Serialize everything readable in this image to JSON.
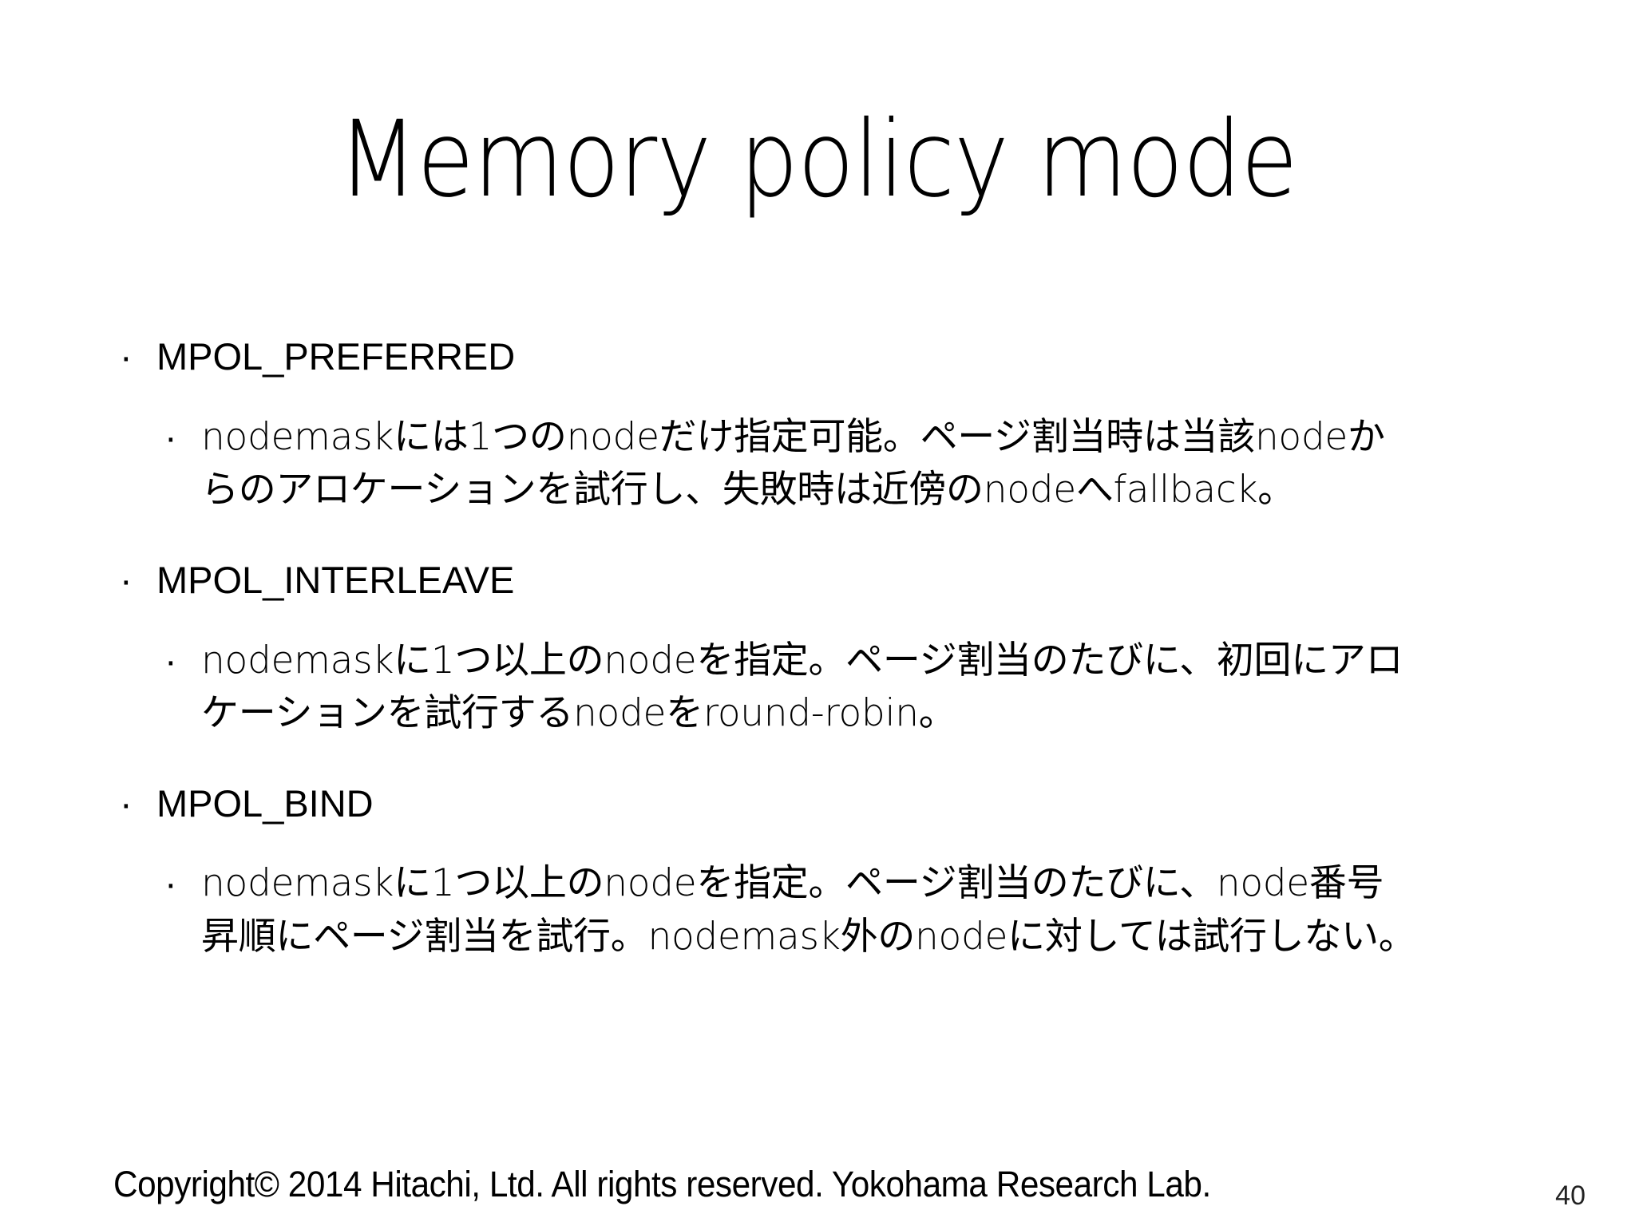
{
  "slide": {
    "title": "Memory policy mode",
    "bullet_glyph": "·",
    "background_color": "#ffffff",
    "text_color": "#000000",
    "items": [
      {
        "label": "MPOL_PREFERRED",
        "detail_lines": [
          "nodemaskには1つのnodeだけ指定可能。ページ割当時は当該nodeか",
          "らのアロケーションを試行し、失敗時は近傍のnodeへfallback。"
        ]
      },
      {
        "label": "MPOL_INTERLEAVE",
        "detail_lines": [
          "nodemaskに1つ以上のnodeを指定。ページ割当のたびに、初回にアロ",
          "ケーションを試行するnodeをround-robin。"
        ]
      },
      {
        "label": "MPOL_BIND",
        "detail_lines": [
          "nodemaskに1つ以上のnodeを指定。ページ割当のたびに、node番号",
          "昇順にページ割当を試行。nodemask外のnodeに対しては試行しない。"
        ]
      }
    ],
    "footer": "Copyright© 2014 Hitachi, Ltd. All rights reserved. Yokohama Research Lab.",
    "page_number": "40"
  }
}
